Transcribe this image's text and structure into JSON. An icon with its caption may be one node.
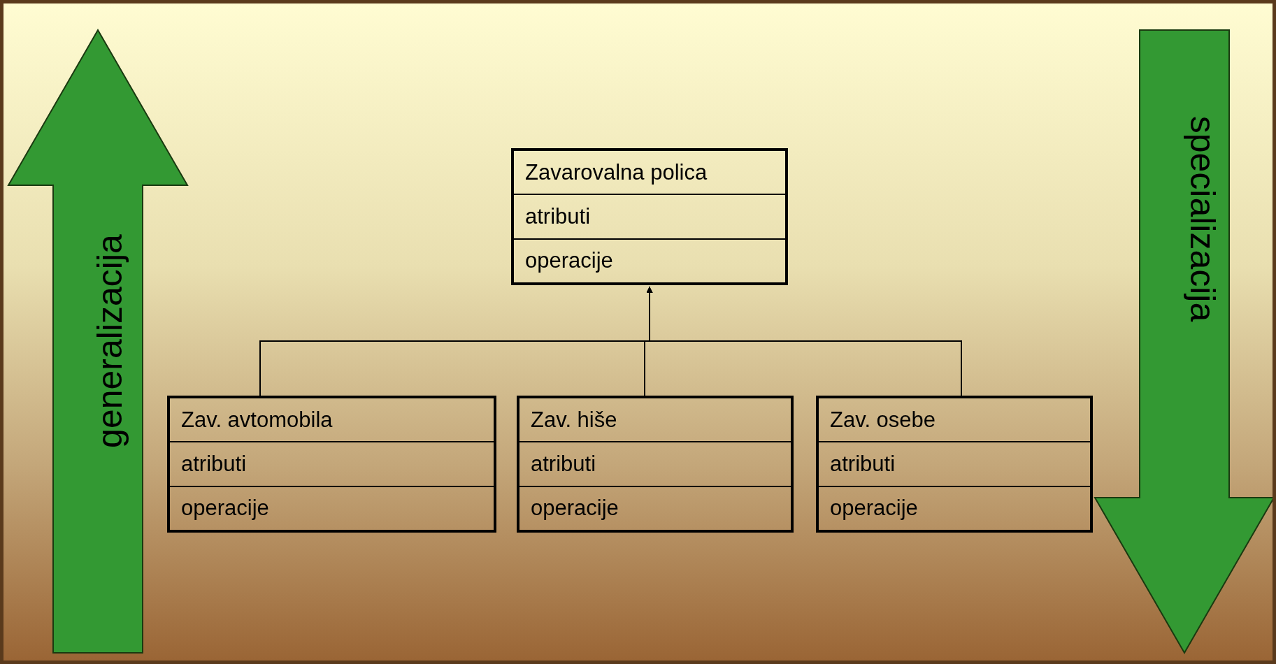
{
  "diagram": {
    "nodes": [
      {
        "text": [
          "generalizacija"
        ]
      },
      {
        "text": [
          "Zavarovalna polica",
          "atributi",
          "operacije"
        ]
      },
      {
        "text": [
          "specializacija"
        ]
      },
      {
        "text": [
          "Zav. avtomobila",
          "atributi",
          "operacije"
        ]
      },
      {
        "text": [
          "Zav. hiše",
          "atributi",
          "operacije"
        ]
      },
      {
        "text": [
          "Zav. osebe",
          "atributi",
          "operacije"
        ]
      }
    ],
    "edges": [
      {
        "from": 3,
        "to": 1,
        "arrow": "to"
      },
      {
        "from": 4,
        "to": 1,
        "arrow": "to"
      },
      {
        "from": 5,
        "to": 1,
        "arrow": "to"
      }
    ]
  }
}
